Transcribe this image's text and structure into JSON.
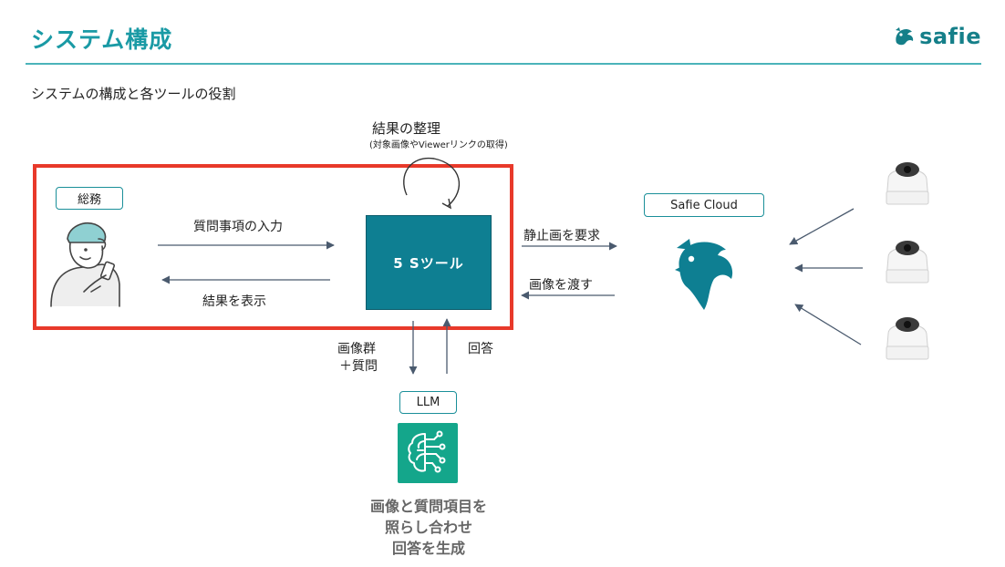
{
  "header": {
    "title": "システム構成",
    "brand_name": "safie",
    "colors": {
      "accent": "#1a9aa5",
      "tool": "#0e7f92",
      "highlight": "#e8392a",
      "llm": "#14a68b"
    }
  },
  "subtitle": "システムの構成と各ツールの役割",
  "loop": {
    "label": "結果の整理",
    "sublabel": "(対象画像やViewerリンクの取得)"
  },
  "actors": {
    "soumu": "総務",
    "tool": "5 Sツール",
    "cloud": "Safie Cloud",
    "llm": "LLM"
  },
  "arrows": {
    "input_question": "質問事項の入力",
    "show_result": "結果を表示",
    "request_still": "静止画を要求",
    "pass_image": "画像を渡す",
    "images_line1": "画像群",
    "images_line2": "＋質問",
    "answer": "回答"
  },
  "llm_description": [
    "画像と質問項目を",
    "照らし合わせ",
    "回答を生成"
  ],
  "icons": [
    "person-with-phone-icon",
    "safie-bird-icon",
    "camera-icon",
    "llm-brain-icon",
    "safie-logo-icon"
  ]
}
